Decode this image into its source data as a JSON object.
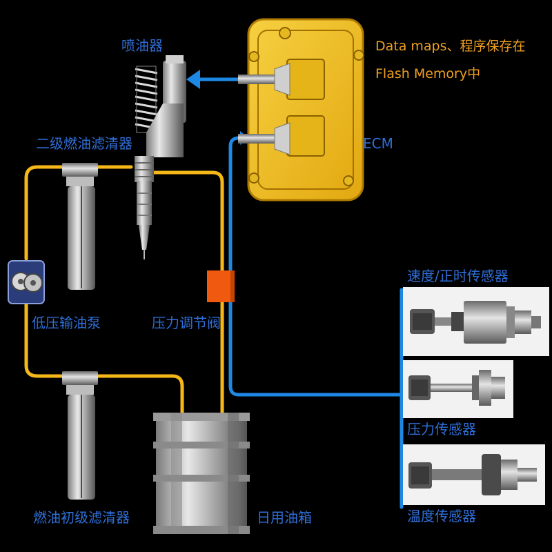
{
  "colors": {
    "background": "#000000",
    "fuel_line": "#f5b818",
    "signal_line": "#1e88e5",
    "label_blue": "#2f6fd8",
    "note_orange": "#f0a020",
    "ecm_body": "#f0c020",
    "regulator": "#f05a10"
  },
  "labels": {
    "injector": "喷油器",
    "secondary_filter": "二级燃油滤清器",
    "transfer_pump": "低压输油泵",
    "pressure_regulator": "压力调节阀",
    "primary_filter": "燃油初级滤清器",
    "day_tank": "日用油箱",
    "ecm": "ECM",
    "speed_sensor": "速度/正时传感器",
    "pressure_sensor": "压力传感器",
    "temperature_sensor": "温度传感器"
  },
  "note": {
    "line1": "Data maps、程序保存在",
    "line2": "Flash Memory中"
  },
  "icons": [
    "injector-icon",
    "filter-icon",
    "gear-pump-icon",
    "valve-icon",
    "tank-icon",
    "ecm-module-icon",
    "speed-sensor-icon",
    "pressure-sensor-icon",
    "temperature-sensor-icon"
  ]
}
